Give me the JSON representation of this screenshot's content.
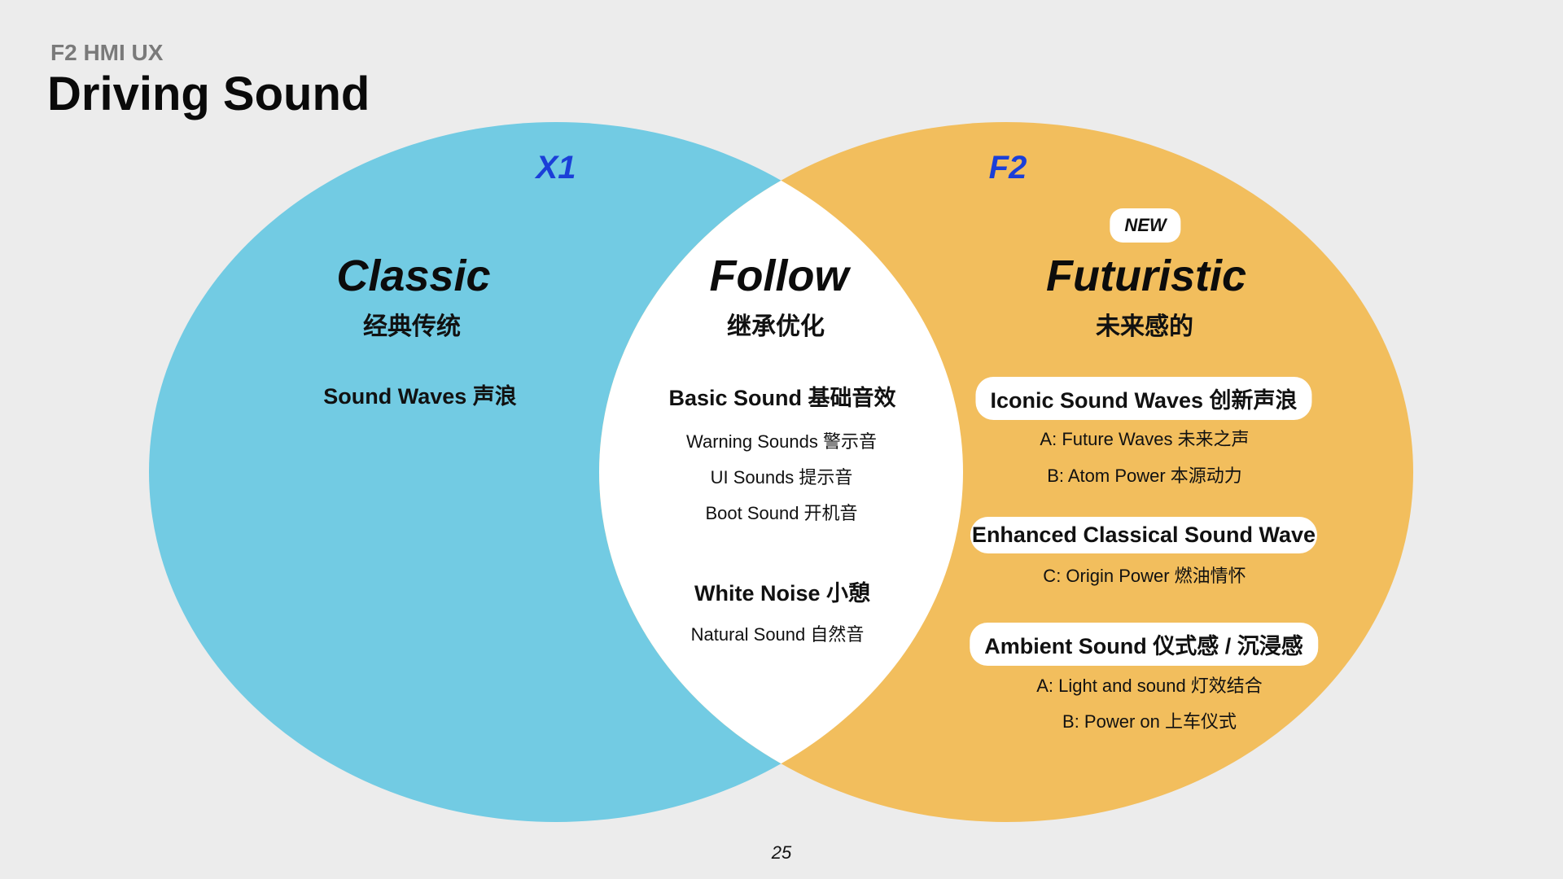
{
  "header": {
    "eyebrow": "F2 HMI UX",
    "title": "Driving Sound"
  },
  "colors": {
    "left_circle": "#72cbe3",
    "right_circle": "#f2be5d",
    "overlap": "#ffffff",
    "version_label": "#1b3fd8"
  },
  "left": {
    "version": "X1",
    "heading": "Classic",
    "heading_cn": "经典传统",
    "items": [
      "Sound Waves  声浪"
    ]
  },
  "center": {
    "heading": "Follow",
    "heading_cn": "继承优化",
    "groups": [
      {
        "title": "Basic Sound  基础音效",
        "items": [
          "Warning Sounds 警示音",
          "UI Sounds 提示音",
          "Boot Sound 开机音"
        ]
      },
      {
        "title": "White Noise  小憩",
        "items": [
          "Natural Sound 自然音"
        ]
      }
    ]
  },
  "right": {
    "version": "F2",
    "badge": "NEW",
    "heading": "Futuristic",
    "heading_cn": "未来感的",
    "groups": [
      {
        "title": "Iconic Sound Waves  创新声浪",
        "items": [
          "A: Future Waves 未来之声",
          "B: Atom Power 本源动力"
        ]
      },
      {
        "title": "Enhanced Classical Sound Wave",
        "items": [
          "C: Origin Power 燃油情怀"
        ]
      },
      {
        "title": "Ambient Sound  仪式感 / 沉浸感",
        "items": [
          "A: Light and sound 灯效结合",
          "B: Power on 上车仪式"
        ]
      }
    ]
  },
  "footer": {
    "page_number": "25"
  }
}
